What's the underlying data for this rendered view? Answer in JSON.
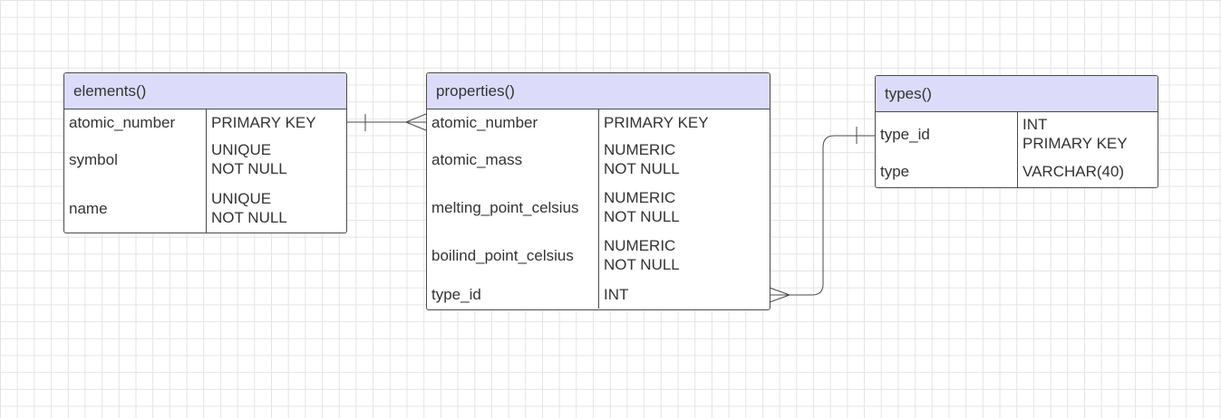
{
  "entities": {
    "elements": {
      "title": "elements()",
      "rows": [
        {
          "name": "atomic_number",
          "constraints": [
            "PRIMARY KEY"
          ]
        },
        {
          "name": "symbol",
          "constraints": [
            "UNIQUE",
            "NOT NULL"
          ]
        },
        {
          "name": "name",
          "constraints": [
            "UNIQUE",
            "NOT NULL"
          ]
        }
      ]
    },
    "properties": {
      "title": "properties()",
      "rows": [
        {
          "name": "atomic_number",
          "constraints": [
            "PRIMARY KEY"
          ]
        },
        {
          "name": "atomic_mass",
          "constraints": [
            "NUMERIC",
            "NOT NULL"
          ]
        },
        {
          "name": "melting_point_celsius",
          "constraints": [
            "NUMERIC",
            "NOT NULL"
          ]
        },
        {
          "name": "boilind_point_celsius",
          "constraints": [
            "NUMERIC",
            "NOT NULL"
          ]
        },
        {
          "name": "type_id",
          "constraints": [
            "INT"
          ]
        }
      ]
    },
    "types": {
      "title": "types()",
      "rows": [
        {
          "name": "type_id",
          "constraints": [
            "INT",
            "PRIMARY KEY"
          ]
        },
        {
          "name": "type",
          "constraints": [
            "VARCHAR(40)"
          ]
        }
      ]
    }
  },
  "relationships": [
    {
      "from": "elements.atomic_number",
      "to": "properties.atomic_number",
      "from_end": "one",
      "to_end": "many"
    },
    {
      "from": "properties.type_id",
      "to": "types.type_id",
      "from_end": "many",
      "to_end": "one"
    }
  ],
  "colors": {
    "header_fill": "#dcdcfa",
    "border": "#4a4a4a",
    "text": "#333333",
    "grid": "#e4e4e4"
  }
}
